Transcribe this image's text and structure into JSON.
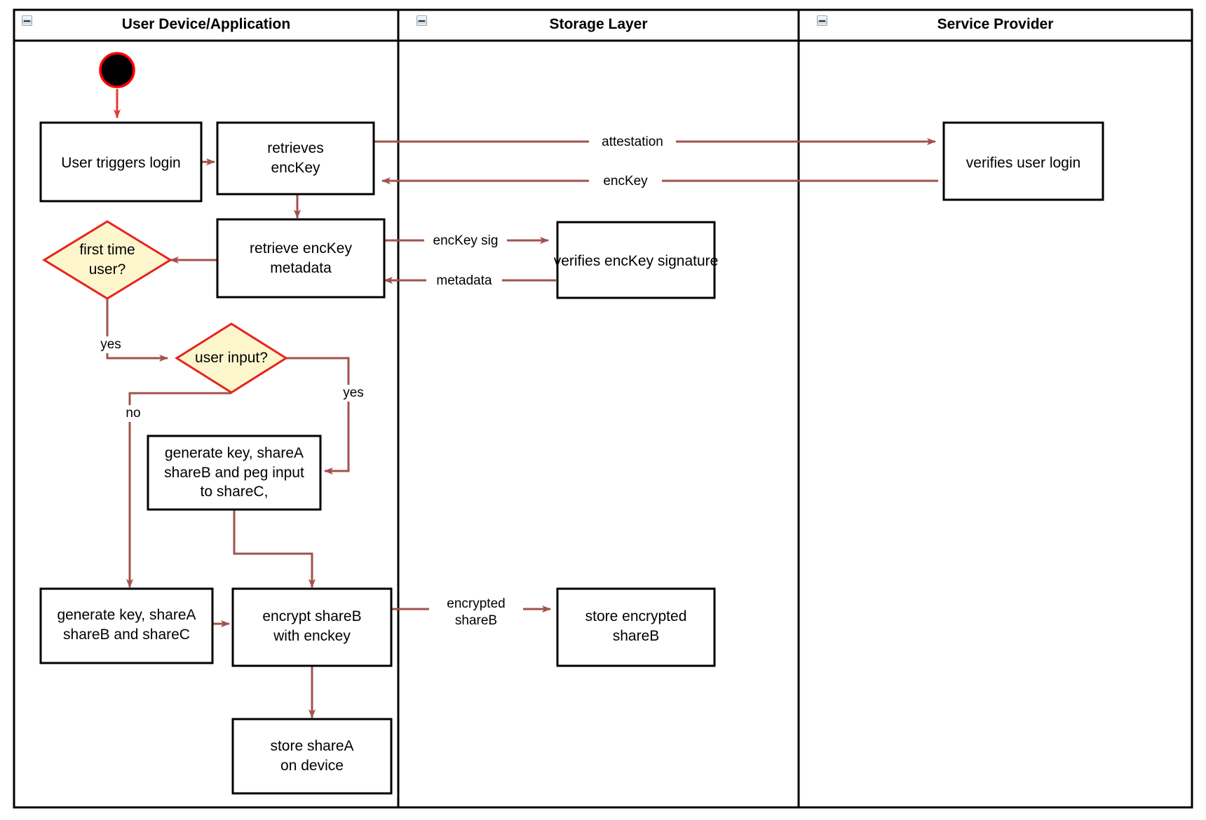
{
  "diagram": {
    "type": "uml-activity-swimlane",
    "title_present": false,
    "colors": {
      "frame_stroke": "#000000",
      "node_stroke": "#000000",
      "node_fill": "#ffffff",
      "decision_stroke": "#e8221e",
      "decision_fill": "#fdf6cd",
      "edge_stroke": "#a2524b",
      "start_fill": "#000000",
      "start_stroke": "#ff0000",
      "text": "#000000"
    }
  },
  "lanes": [
    {
      "id": "user-device",
      "title": "User Device/Application",
      "collapse_icon": "minus-icon"
    },
    {
      "id": "storage-layer",
      "title": "Storage Layer",
      "collapse_icon": "minus-icon"
    },
    {
      "id": "service-provider",
      "title": "Service Provider",
      "collapse_icon": "minus-icon"
    }
  ],
  "nodes": [
    {
      "id": "start",
      "lane": "user-device",
      "shape": "initial-node",
      "label": ""
    },
    {
      "id": "user-triggers-login",
      "lane": "user-device",
      "shape": "action",
      "label": "User triggers login"
    },
    {
      "id": "retrieves-enckey",
      "lane": "user-device",
      "shape": "action",
      "label": "retrieves\nencKey"
    },
    {
      "id": "retrieve-enckey-metadata",
      "lane": "user-device",
      "shape": "action",
      "label": "retrieve encKey\nmetadata"
    },
    {
      "id": "first-time-user",
      "lane": "user-device",
      "shape": "decision",
      "label": "first time\nuser?"
    },
    {
      "id": "user-input",
      "lane": "user-device",
      "shape": "decision",
      "label": "user input?"
    },
    {
      "id": "generate-peg-input",
      "lane": "user-device",
      "shape": "action",
      "label": "generate key, shareA\nshareB and peg input\nto shareC,"
    },
    {
      "id": "generate-shares",
      "lane": "user-device",
      "shape": "action",
      "label": "generate key, shareA\nshareB and shareC"
    },
    {
      "id": "encrypt-shareb",
      "lane": "user-device",
      "shape": "action",
      "label": "encrypt shareB\nwith enckey"
    },
    {
      "id": "store-sharea",
      "lane": "user-device",
      "shape": "action",
      "label": "store shareA\non device"
    },
    {
      "id": "verifies-enckey-signature",
      "lane": "storage-layer",
      "shape": "action",
      "label": "verifies encKey signature"
    },
    {
      "id": "store-encrypted-shareb",
      "lane": "storage-layer",
      "shape": "action",
      "label": "store encrypted\nshareB"
    },
    {
      "id": "verifies-user-login",
      "lane": "service-provider",
      "shape": "action",
      "label": "verifies user login"
    }
  ],
  "edges": [
    {
      "from": "start",
      "to": "user-triggers-login",
      "label": ""
    },
    {
      "from": "user-triggers-login",
      "to": "retrieves-enckey",
      "label": ""
    },
    {
      "from": "retrieves-enckey",
      "to": "verifies-user-login",
      "label": "attestation"
    },
    {
      "from": "verifies-user-login",
      "to": "retrieves-enckey",
      "label": "encKey"
    },
    {
      "from": "retrieves-enckey",
      "to": "retrieve-enckey-metadata",
      "label": ""
    },
    {
      "from": "retrieve-enckey-metadata",
      "to": "verifies-enckey-signature",
      "label": "encKey sig"
    },
    {
      "from": "verifies-enckey-signature",
      "to": "retrieve-enckey-metadata",
      "label": "metadata"
    },
    {
      "from": "retrieve-enckey-metadata",
      "to": "first-time-user",
      "label": ""
    },
    {
      "from": "first-time-user",
      "to": "user-input",
      "label": "yes"
    },
    {
      "from": "user-input",
      "to": "generate-peg-input",
      "label": "yes"
    },
    {
      "from": "user-input",
      "to": "generate-shares",
      "label": "no"
    },
    {
      "from": "generate-peg-input",
      "to": "encrypt-shareb",
      "label": ""
    },
    {
      "from": "generate-shares",
      "to": "encrypt-shareb",
      "label": ""
    },
    {
      "from": "encrypt-shareb",
      "to": "store-encrypted-shareb",
      "label": "encrypted\nshareB"
    },
    {
      "from": "encrypt-shareb",
      "to": "store-sharea",
      "label": ""
    }
  ],
  "labels": {
    "attestation": "attestation",
    "enckey": "encKey",
    "enckey_sig": "encKey sig",
    "metadata": "metadata",
    "yes_first_time": "yes",
    "yes_user_input": "yes",
    "no_user_input": "no",
    "encrypted_shareb": "encrypted\nshareB"
  }
}
